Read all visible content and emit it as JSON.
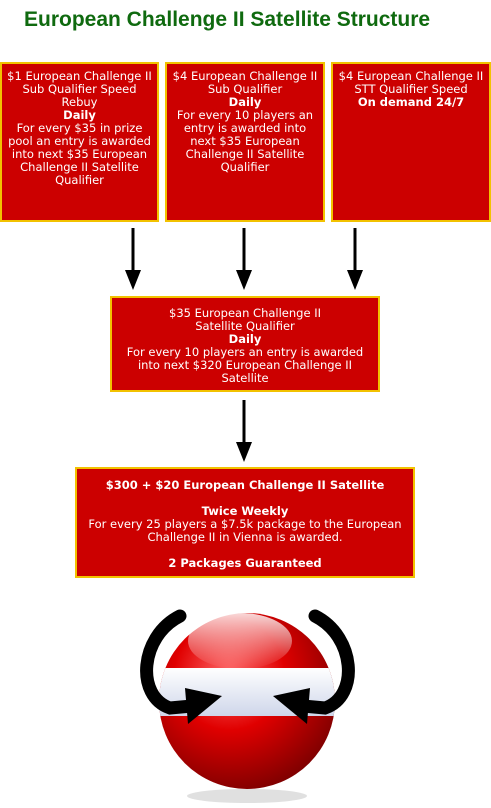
{
  "title": "European Challenge II Satellite Structure",
  "boxes": {
    "sub_qualifier_rebuy": {
      "lines": [
        "$1 European Challenge II",
        "Sub Qualifier Speed Rebuy"
      ],
      "schedule": "Daily",
      "description": "For every $35 in prize pool an entry is awarded into next $35 European Challenge II Satellite Qualifier"
    },
    "sub_qualifier": {
      "lines": [
        "$4 European Challenge II",
        "Sub Qualifier"
      ],
      "schedule": "Daily",
      "description": "For every 10 players an entry is awarded into next $35 European Challenge II Satellite Qualifier"
    },
    "stt_qualifier": {
      "lines": [
        "$4 European Challenge II",
        "STT Qualifier Speed"
      ],
      "schedule": "On demand 24/7"
    },
    "satellite_qualifier": {
      "lines": [
        "$35 European Challenge II",
        "Satellite Qualifier"
      ],
      "schedule": "Daily",
      "description": "For every 10 players an entry is awarded into next $320 European Challenge II Satellite"
    },
    "satellite": {
      "heading": "$300 + $20 European Challenge II Satellite",
      "schedule": "Twice Weekly",
      "description": "For every 25 players a $7.5k package to the European Challenge II in Vienna is awarded.",
      "guarantee": "2 Packages Guaranteed"
    }
  },
  "colors": {
    "title": "#0f6a0f",
    "box_fill": "#cc0000",
    "box_border": "#f2c200",
    "box_text": "#ffffff",
    "arrow": "#000000"
  },
  "logo_icon": "austria-flag-sphere-with-arrows"
}
